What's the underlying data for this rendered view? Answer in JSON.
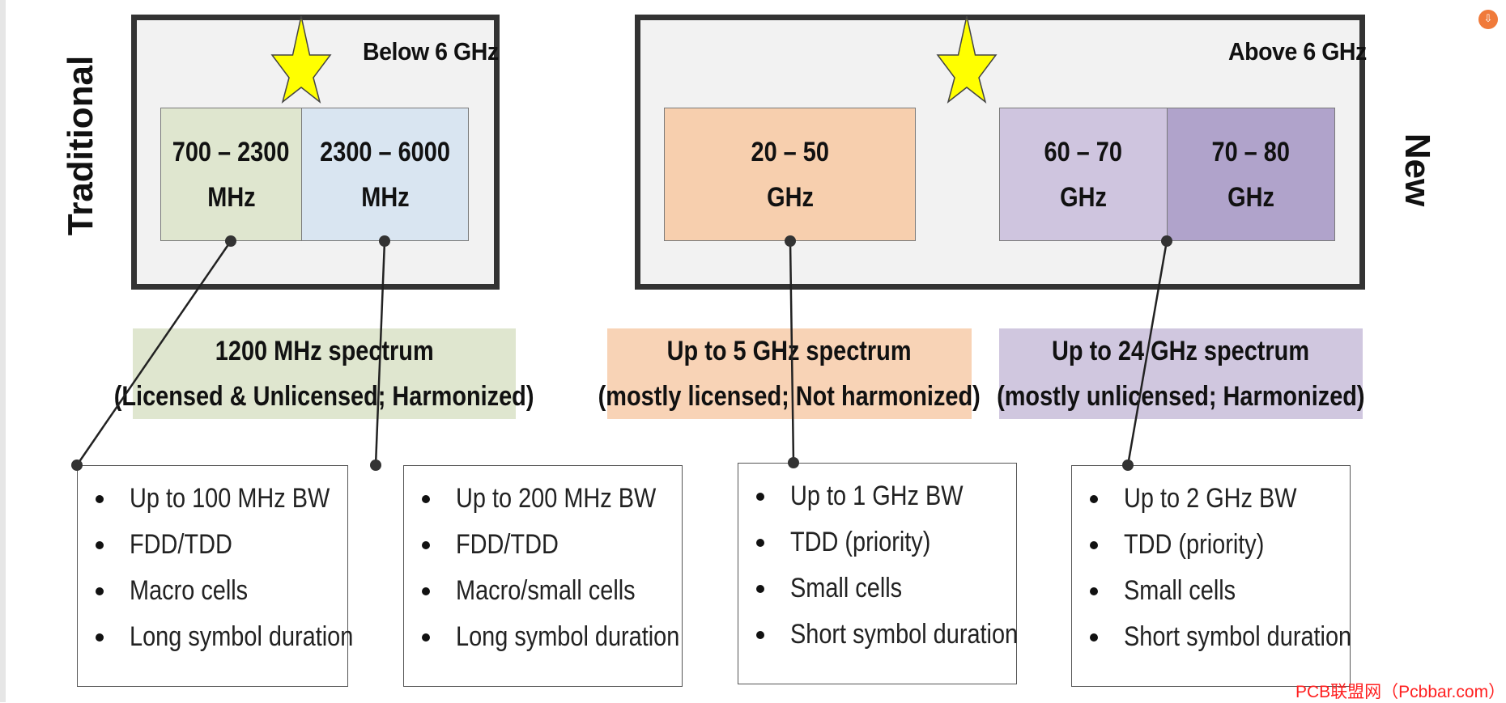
{
  "groups": {
    "below": {
      "title": "Below 6 GHz"
    },
    "above": {
      "title": "Above 6 GHz"
    }
  },
  "side_labels": {
    "traditional": "Traditional",
    "new": "New"
  },
  "bands": [
    {
      "line1": "700 – 2300",
      "line2": "MHz",
      "fill": "#dfe6cf"
    },
    {
      "line1": "2300 – 6000",
      "line2": "MHz",
      "fill": "#d9e5f1"
    },
    {
      "line1": "20 – 50",
      "line2": "GHz",
      "fill": "#f7cfae"
    },
    {
      "line1": "60 – 70",
      "line2": "GHz",
      "fill": "#cfc5df"
    },
    {
      "line1": "70 – 80",
      "line2": "GHz",
      "fill": "#b0a3cb"
    }
  ],
  "spectrum": [
    {
      "line1": "1200 MHz spectrum",
      "line2": "(Licensed & Unlicensed; Harmonized)",
      "fill": "#dfe6cf"
    },
    {
      "line1": "Up to 5 GHz spectrum",
      "line2": "(mostly licensed; Not harmonized)",
      "fill": "#f8d3b6"
    },
    {
      "line1": "Up to 24 GHz spectrum",
      "line2": "(mostly unlicensed; Harmonized)",
      "fill": "#d0c7df"
    }
  ],
  "cards": [
    {
      "items": [
        "Up to 100 MHz BW",
        "FDD/TDD",
        "Macro cells",
        "Long symbol duration"
      ]
    },
    {
      "items": [
        "Up to 200 MHz BW",
        "FDD/TDD",
        "Macro/small cells",
        "Long symbol duration"
      ]
    },
    {
      "items": [
        "Up to 1 GHz BW",
        "TDD (priority)",
        "Small cells",
        "Short symbol duration"
      ]
    },
    {
      "items": [
        "Up to 2 GHz BW",
        "TDD (priority)",
        "Small cells",
        "Short symbol duration"
      ]
    }
  ],
  "watermark": "PCB联盟网（Pcbbar.com）",
  "colors": {
    "star": "#ffff00",
    "frame": "#333333"
  }
}
